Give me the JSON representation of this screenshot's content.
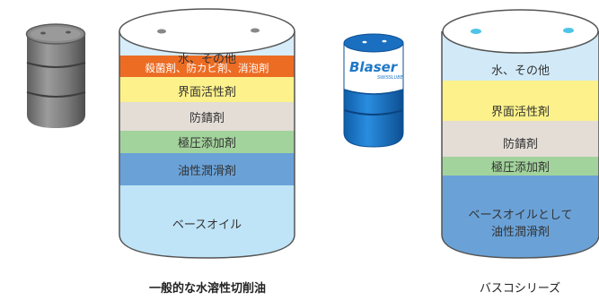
{
  "left_barrel": {
    "bands": [
      {
        "label": "水、その他",
        "color": "#d7edf9"
      },
      {
        "label": "殺菌剤、防カビ剤、消泡剤",
        "color": "#ec6c23"
      },
      {
        "label": "界面活性剤",
        "color": "#fcf18a"
      },
      {
        "label": "防錆剤",
        "color": "#e3ddd6"
      },
      {
        "label": "極圧添加剤",
        "color": "#a3d39c"
      },
      {
        "label": "油性潤滑剤",
        "color": "#6aa2d8"
      },
      {
        "label": "ベースオイル",
        "color": "#bfe4f8"
      }
    ],
    "caption": "一般的な水溶性切削油"
  },
  "right_barrel": {
    "bands": [
      {
        "label": "水、その他",
        "color": "#d2eaf8"
      },
      {
        "label": "界面活性剤",
        "color": "#fcf18a"
      },
      {
        "label": "防錆剤",
        "color": "#e3ddd6"
      },
      {
        "label": "極圧添加剤",
        "color": "#a3d39c"
      },
      {
        "label_line1": "ベースオイルとして",
        "label_line2": "油性潤滑剤",
        "color": "#6aa2d8"
      }
    ],
    "caption": "バスコシリーズ"
  },
  "blaser_logo": {
    "brand": "Blaser",
    "sub": "SWISSLUBE"
  }
}
